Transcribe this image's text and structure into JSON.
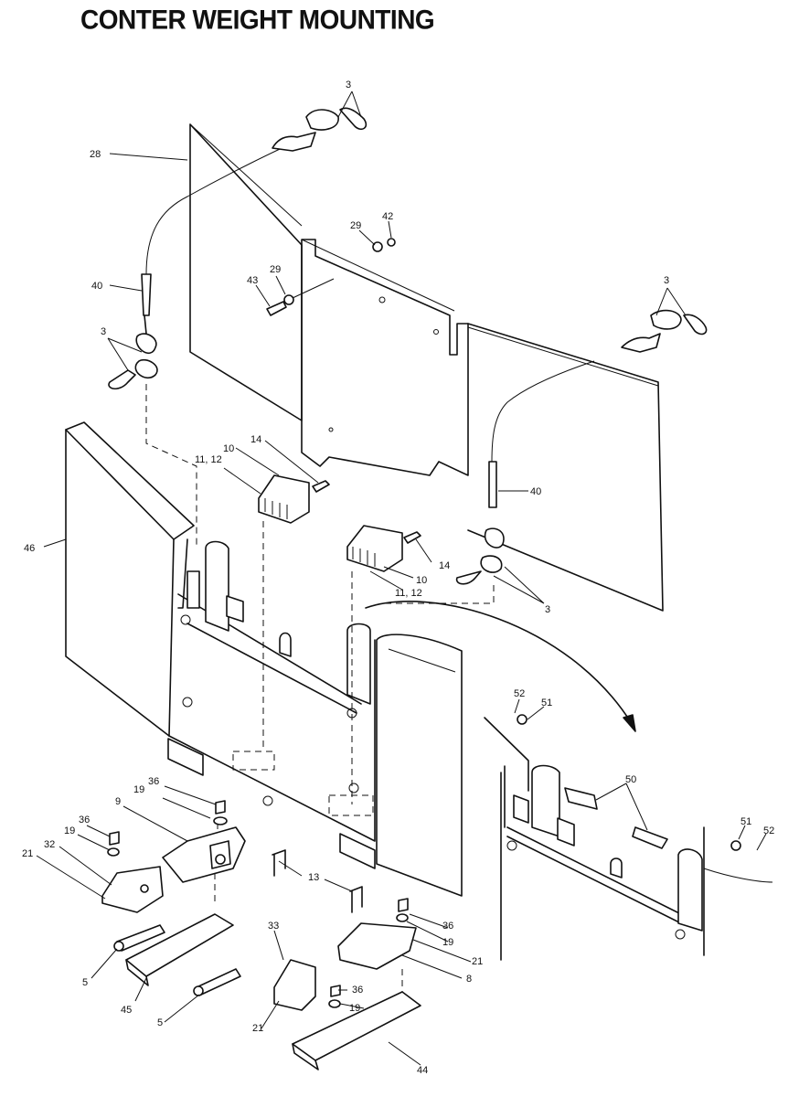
{
  "title": "CONTER WEIGHT MOUNTING",
  "callouts": [
    {
      "id": "c3a",
      "text": "3"
    },
    {
      "id": "c28",
      "text": "28"
    },
    {
      "id": "c42",
      "text": "42"
    },
    {
      "id": "c29a",
      "text": "29"
    },
    {
      "id": "c43",
      "text": "43"
    },
    {
      "id": "c29b",
      "text": "29"
    },
    {
      "id": "c40a",
      "text": "40"
    },
    {
      "id": "c3b",
      "text": "3"
    },
    {
      "id": "c3c",
      "text": "3"
    },
    {
      "id": "c40b",
      "text": "40"
    },
    {
      "id": "c10a",
      "text": "10"
    },
    {
      "id": "c14a",
      "text": "14"
    },
    {
      "id": "c1112a",
      "text": "11, 12"
    },
    {
      "id": "c46",
      "text": "46"
    },
    {
      "id": "c14b",
      "text": "14"
    },
    {
      "id": "c10b",
      "text": "10"
    },
    {
      "id": "c1112b",
      "text": "11, 12"
    },
    {
      "id": "c3d",
      "text": "3"
    },
    {
      "id": "c52a",
      "text": "52"
    },
    {
      "id": "c51a",
      "text": "51"
    },
    {
      "id": "c50",
      "text": "50"
    },
    {
      "id": "c51b",
      "text": "51"
    },
    {
      "id": "c52b",
      "text": "52"
    },
    {
      "id": "c36a",
      "text": "36"
    },
    {
      "id": "c19a",
      "text": "19"
    },
    {
      "id": "c9",
      "text": "9"
    },
    {
      "id": "c36b",
      "text": "36"
    },
    {
      "id": "c19b",
      "text": "19"
    },
    {
      "id": "c21a",
      "text": "21"
    },
    {
      "id": "c32",
      "text": "32"
    },
    {
      "id": "c13",
      "text": "13"
    },
    {
      "id": "c36c",
      "text": "36"
    },
    {
      "id": "c19c",
      "text": "19"
    },
    {
      "id": "c33",
      "text": "33"
    },
    {
      "id": "c21b",
      "text": "21"
    },
    {
      "id": "c8",
      "text": "8"
    },
    {
      "id": "c5a",
      "text": "5"
    },
    {
      "id": "c45",
      "text": "45"
    },
    {
      "id": "c5b",
      "text": "5"
    },
    {
      "id": "c36d",
      "text": "36"
    },
    {
      "id": "c19d",
      "text": "19"
    },
    {
      "id": "c21c",
      "text": "21"
    },
    {
      "id": "c44",
      "text": "44"
    }
  ]
}
